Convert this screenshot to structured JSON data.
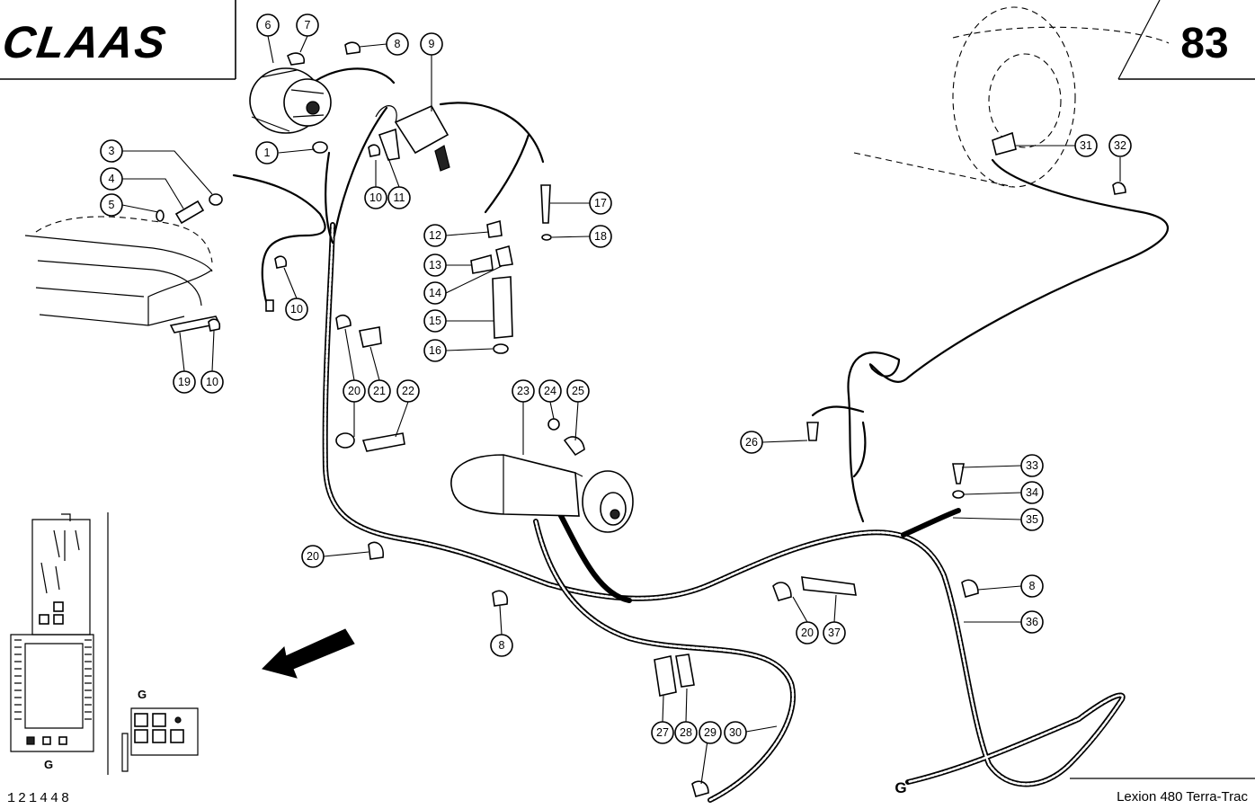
{
  "header": {
    "brand_logo_text": "CLAAS",
    "page_number": "83"
  },
  "footer": {
    "drawing_number": "121448",
    "model_name": "Lexion 480 Terra-Trac",
    "continuation_marker": "G"
  },
  "inset": {
    "panel_label": "G",
    "detail_label": "G"
  },
  "callouts": [
    {
      "id": "c1",
      "label": "1"
    },
    {
      "id": "c3",
      "label": "3"
    },
    {
      "id": "c4",
      "label": "4"
    },
    {
      "id": "c5",
      "label": "5"
    },
    {
      "id": "c6",
      "label": "6"
    },
    {
      "id": "c7",
      "label": "7"
    },
    {
      "id": "c8a",
      "label": "8"
    },
    {
      "id": "c9",
      "label": "9"
    },
    {
      "id": "c10a",
      "label": "10"
    },
    {
      "id": "c11",
      "label": "11"
    },
    {
      "id": "c10b",
      "label": "10"
    },
    {
      "id": "c12",
      "label": "12"
    },
    {
      "id": "c13",
      "label": "13"
    },
    {
      "id": "c14",
      "label": "14"
    },
    {
      "id": "c15",
      "label": "15"
    },
    {
      "id": "c16",
      "label": "16"
    },
    {
      "id": "c17",
      "label": "17"
    },
    {
      "id": "c18",
      "label": "18"
    },
    {
      "id": "c19",
      "label": "19"
    },
    {
      "id": "c10c",
      "label": "10"
    },
    {
      "id": "c20a",
      "label": "20"
    },
    {
      "id": "c21",
      "label": "21"
    },
    {
      "id": "c22",
      "label": "22"
    },
    {
      "id": "c23",
      "label": "23"
    },
    {
      "id": "c24",
      "label": "24"
    },
    {
      "id": "c25",
      "label": "25"
    },
    {
      "id": "c26",
      "label": "26"
    },
    {
      "id": "c20b",
      "label": "20"
    },
    {
      "id": "c8b",
      "label": "8"
    },
    {
      "id": "c20c",
      "label": "20"
    },
    {
      "id": "c37",
      "label": "37"
    },
    {
      "id": "c27",
      "label": "27"
    },
    {
      "id": "c28",
      "label": "28"
    },
    {
      "id": "c29",
      "label": "29"
    },
    {
      "id": "c30",
      "label": "30"
    },
    {
      "id": "c31",
      "label": "31"
    },
    {
      "id": "c32",
      "label": "32"
    },
    {
      "id": "c33",
      "label": "33"
    },
    {
      "id": "c34",
      "label": "34"
    },
    {
      "id": "c35",
      "label": "35"
    },
    {
      "id": "c8c",
      "label": "8"
    },
    {
      "id": "c36",
      "label": "36"
    }
  ]
}
